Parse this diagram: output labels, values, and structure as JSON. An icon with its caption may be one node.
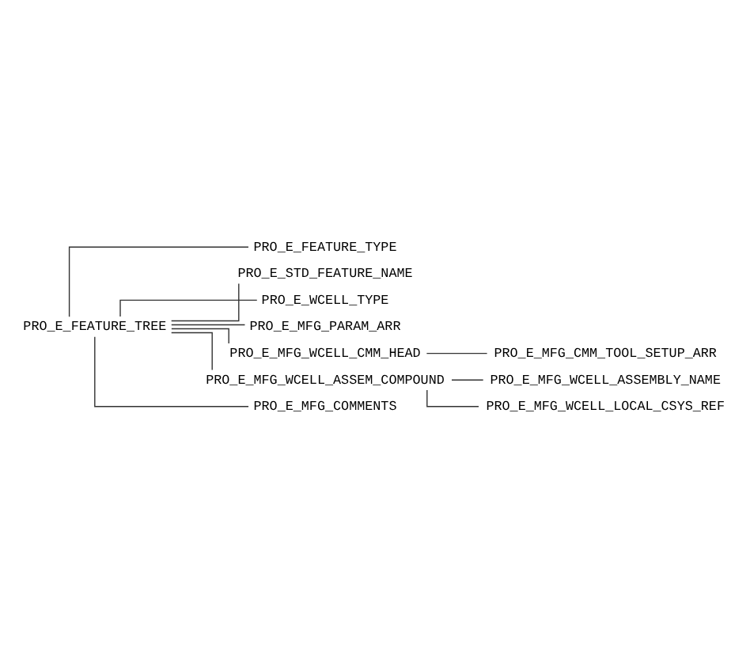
{
  "diagram": {
    "nodes": [
      {
        "text": [
          "PRO_E_FEATURE_TREE"
        ]
      },
      {
        "text": [
          "PRO_E_FEATURE_TYPE"
        ]
      },
      {
        "text": [
          "PRO_E_STD_FEATURE_NAME"
        ]
      },
      {
        "text": [
          "PRO_E_WCELL_TYPE"
        ]
      },
      {
        "text": [
          "PRO_E_MFG_PARAM_ARR"
        ]
      },
      {
        "text": [
          "PRO_E_MFG_WCELL_CMM_HEAD"
        ]
      },
      {
        "text": [
          "PRO_E_MFG_CMM_TOOL_SETUP_ARR"
        ]
      },
      {
        "text": [
          "PRO_E_MFG_WCELL_ASSEM_COMPOUND"
        ]
      },
      {
        "text": [
          "PRO_E_MFG_WCELL_ASSEMBLY_NAME"
        ]
      },
      {
        "text": [
          "PRO_E_MFG_WCELL_LOCAL_CSYS_REF"
        ]
      },
      {
        "text": [
          "PRO_E_MFG_COMMENTS"
        ]
      }
    ],
    "edges": [
      {
        "from": 0,
        "to": 1,
        "arrow": "none"
      },
      {
        "from": 0,
        "to": 2,
        "arrow": "none"
      },
      {
        "from": 0,
        "to": 3,
        "arrow": "none"
      },
      {
        "from": 0,
        "to": 4,
        "arrow": "none"
      },
      {
        "from": 0,
        "to": 5,
        "arrow": "none"
      },
      {
        "from": 5,
        "to": 6,
        "arrow": "none"
      },
      {
        "from": 0,
        "to": 7,
        "arrow": "none"
      },
      {
        "from": 7,
        "to": 8,
        "arrow": "none"
      },
      {
        "from": 7,
        "to": 9,
        "arrow": "none"
      },
      {
        "from": 0,
        "to": 10,
        "arrow": "none"
      }
    ]
  }
}
